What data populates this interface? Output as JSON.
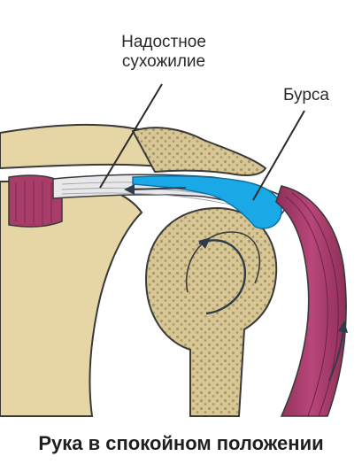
{
  "labels": {
    "tendon_line1": "Надостное",
    "tendon_line2": "сухожилие",
    "bursa": "Бурса"
  },
  "caption": "Рука в спокойном положении",
  "colors": {
    "bone": "#e6d6a6",
    "bone_outline": "#3a3a3a",
    "spongy_bone": "#b9a977",
    "muscle": "#a83d6a",
    "muscle_dark": "#7c2a4d",
    "tendon": "#e8e8ea",
    "bursa": "#1aa8e6",
    "arrow": "#2f3a4a"
  },
  "icons": {
    "rotation_arrow": "curved-arrow-icon",
    "tendon_motion_arrow": "left-arrow-icon",
    "muscle_motion_arrow": "up-arrow-icon"
  }
}
